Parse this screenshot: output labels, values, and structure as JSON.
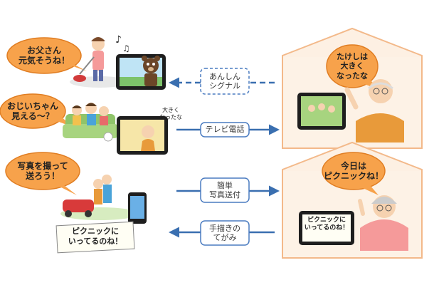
{
  "bubbles": {
    "father": "お父さん\n元気そうね！",
    "grandpa": "おじいちゃん\n見える〜？",
    "photo": "写真を撮って\n送ろう！",
    "grandpa_reply": "たけしは\n大きく\nなったな",
    "grandma_reply": "今日は\nピクニックね！"
  },
  "arrows": {
    "signal": "あんしん\nシグナル",
    "videocall": "テレビ電話",
    "photo_send": "簡単\n写真送付",
    "handwritten": "手描きの\nてがみ"
  },
  "notes": {
    "screen_small": "大きく\nなったな",
    "picnic_card": "ピクニックに\nいってるのね！",
    "picnic_tablet": "ピクニックに\nいってるのね！"
  },
  "colors": {
    "bubble_fill": "#f7a24b",
    "house_fill": "#fdf0e3",
    "house_stroke": "#f3b98a",
    "arrow": "#3a6fb0",
    "label_border": "#4a7bc0"
  }
}
